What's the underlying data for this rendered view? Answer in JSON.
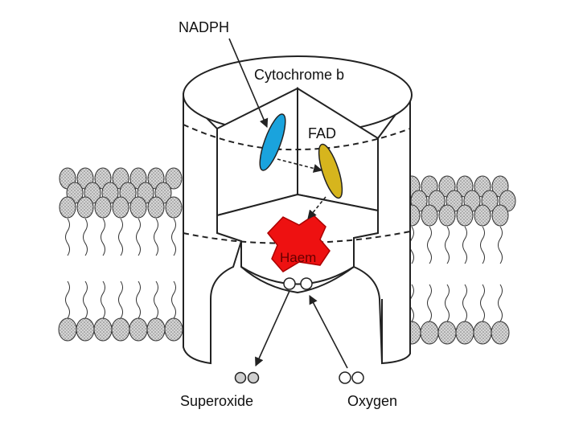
{
  "labels": {
    "nadph": "NADPH",
    "cytochrome_b": "Cytochrome b",
    "fad": "FAD",
    "haem": "Haem",
    "superoxide": "Superoxide",
    "oxygen": "Oxygen"
  },
  "colors": {
    "nadph_ellipse": "#1aa3dd",
    "fad_ellipse": "#d6b51d",
    "haem": "#ee1111",
    "lipid_head": "#c9c9c9",
    "outline": "#222222"
  }
}
